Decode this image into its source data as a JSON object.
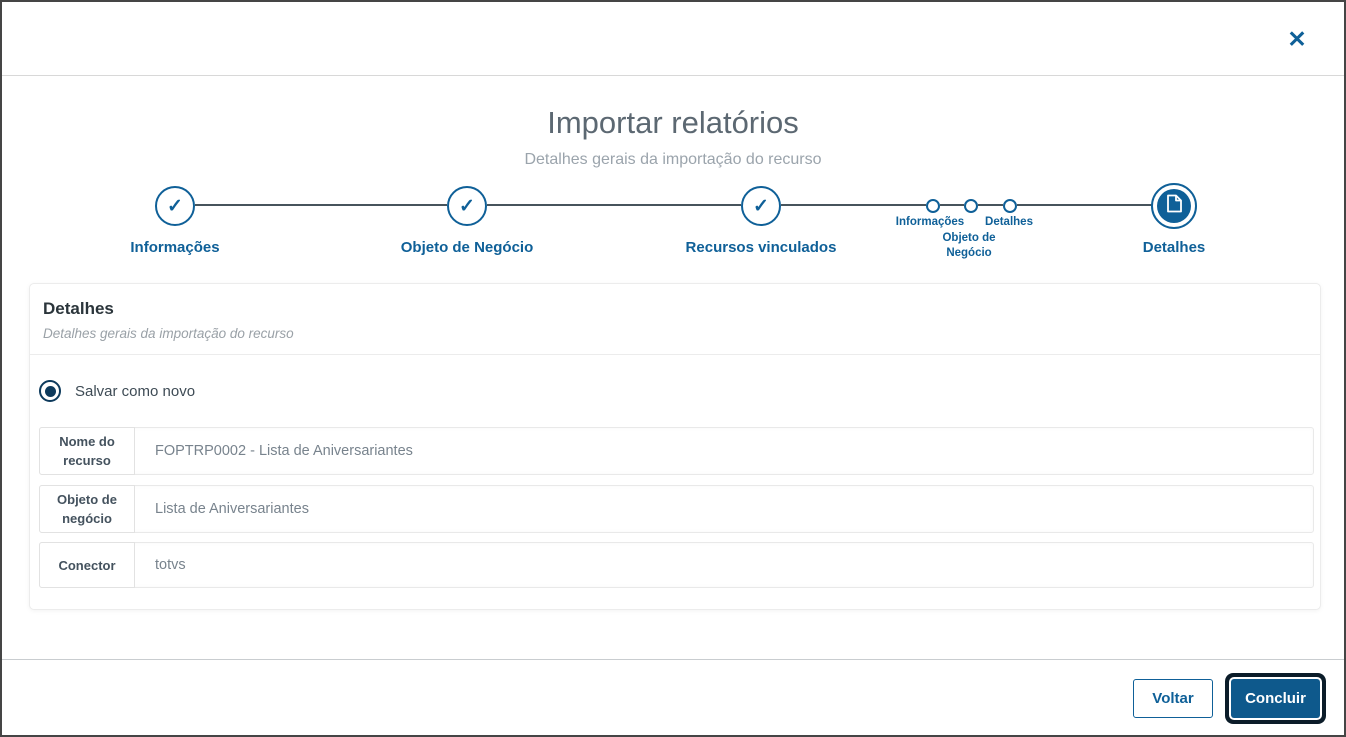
{
  "dialog": {
    "title": "Importar relatórios",
    "subtitle": "Detalhes gerais da importação do recurso",
    "close_icon": "✕"
  },
  "stepper": {
    "check_icon": "✓",
    "steps": [
      {
        "label": "Informações",
        "state": "done"
      },
      {
        "label": "Objeto de Negócio",
        "state": "done"
      },
      {
        "label": "Recursos vinculados",
        "state": "done"
      },
      {
        "label": "Detalhes",
        "state": "current",
        "icon": "document-icon"
      }
    ],
    "substeps": [
      {
        "label": "Informações"
      },
      {
        "label": "Objeto de Negócio"
      },
      {
        "label": "Detalhes"
      }
    ]
  },
  "panel": {
    "heading": "Detalhes",
    "subheading": "Detalhes gerais da importação do recurso",
    "radio": {
      "label": "Salvar como novo",
      "selected": true
    },
    "fields": [
      {
        "label": "Nome do recurso",
        "value": "FOPTRP0002 - Lista de Aniversariantes"
      },
      {
        "label": "Objeto de negócio",
        "value": "Lista de Aniversariantes"
      },
      {
        "label": "Conector",
        "value": "totvs"
      }
    ]
  },
  "footer": {
    "back_label": "Voltar",
    "finish_label": "Concluir"
  },
  "colors": {
    "primary_blue": "#0f6098",
    "radio_navy": "#0d3a5c",
    "finish_button": "#0e598c",
    "focus_ring": "#0b1c29",
    "stepper_line": "#47545c",
    "title_gray": "#5c6872"
  }
}
